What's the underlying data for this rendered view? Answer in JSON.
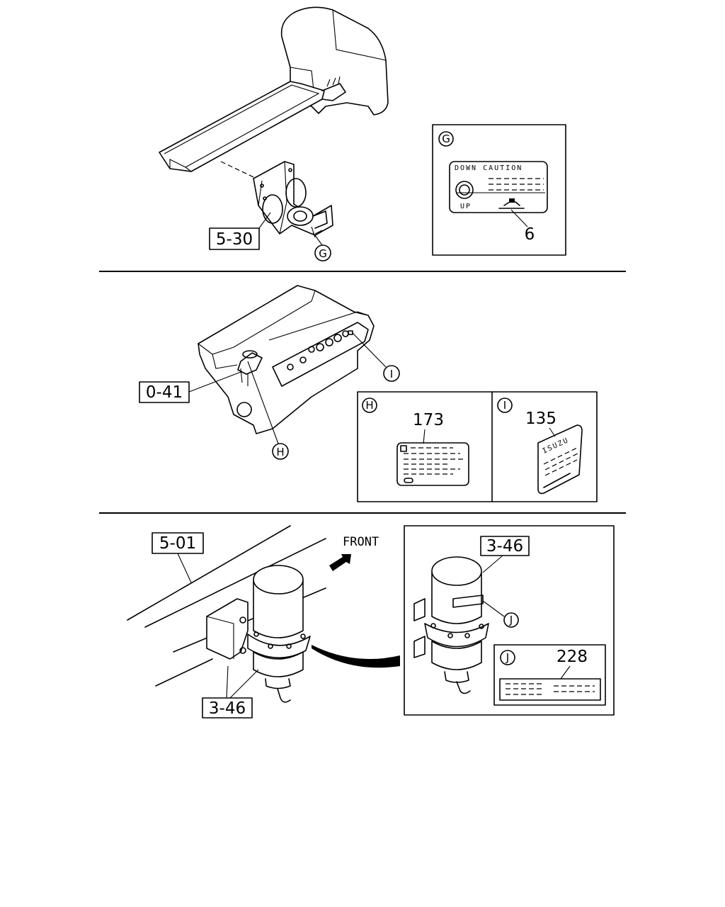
{
  "section1": {
    "ref_label": "5-30",
    "callout_g": "G",
    "detail_g": {
      "letter": "G",
      "decal_top": "DOWN CAUTION",
      "decal_bottom": "UP",
      "part_no": "6"
    }
  },
  "section2": {
    "ref_label": "0-41",
    "callout_h": "H",
    "callout_i": "I",
    "detail_h": {
      "letter": "H",
      "part_no": "173"
    },
    "detail_i": {
      "letter": "I",
      "part_no": "135",
      "brand": "ISUZU"
    }
  },
  "section3": {
    "ref_label_frame": "5-01",
    "ref_label_unit": "3-46",
    "front_label": "FRONT",
    "detail": {
      "ref_label": "3-46",
      "callout_j": "J",
      "label_j": {
        "letter": "J",
        "part_no": "228"
      }
    }
  }
}
